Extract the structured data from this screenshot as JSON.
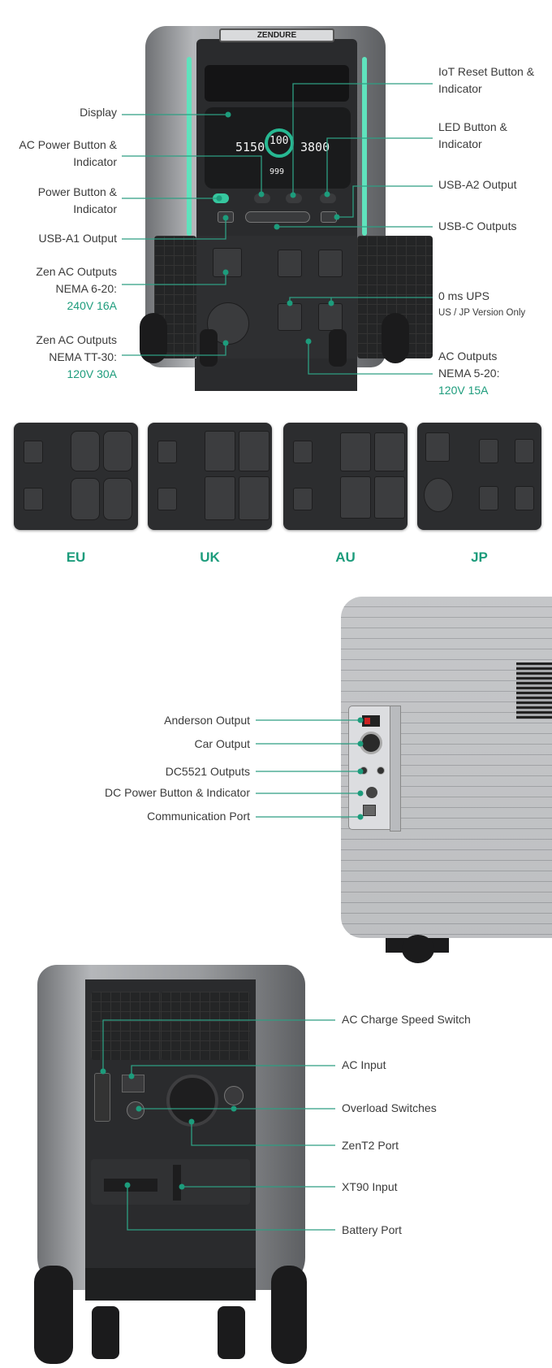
{
  "front": {
    "brand": "ZENDURE",
    "display_readouts": {
      "input": "5150",
      "battery": "100",
      "output": "3800",
      "time": "999"
    },
    "left_labels": [
      {
        "lines": [
          "Display"
        ]
      },
      {
        "lines": [
          "AC Power Button &",
          "Indicator"
        ]
      },
      {
        "lines": [
          "Power Button &",
          "Indicator"
        ]
      },
      {
        "lines": [
          "USB-A1 Output"
        ]
      },
      {
        "lines": [
          "Zen AC Outputs",
          "NEMA 6-20:"
        ],
        "spec": "240V 16A"
      },
      {
        "lines": [
          "Zen AC Outputs",
          "NEMA TT-30:"
        ],
        "spec": "120V 30A"
      }
    ],
    "right_labels": [
      {
        "lines": [
          "IoT Reset Button &",
          "Indicator"
        ]
      },
      {
        "lines": [
          "LED Button &",
          "Indicator"
        ]
      },
      {
        "lines": [
          "USB-A2 Output"
        ]
      },
      {
        "lines": [
          "USB-C Outputs"
        ]
      },
      {
        "lines": [
          "0 ms UPS"
        ],
        "note": "US / JP Version Only"
      },
      {
        "lines": [
          "AC Outputs",
          "NEMA 5-20:"
        ],
        "spec": "120V 15A"
      }
    ]
  },
  "regions": [
    "EU",
    "UK",
    "AU",
    "JP"
  ],
  "side": {
    "labels": [
      "Anderson Output",
      "Car Output",
      "DC5521 Outputs",
      "DC Power Button & Indicator",
      "Communication Port"
    ]
  },
  "back": {
    "labels": [
      "AC Charge Speed Switch",
      "AC Input",
      "Overload Switches",
      "ZenT2 Port",
      "XT90 Input",
      "Battery Port"
    ]
  },
  "colors": {
    "accent": "#1d9c7c",
    "line": "#2e9e82",
    "body": "#9a9c9f",
    "panel": "#2a2b2d"
  }
}
